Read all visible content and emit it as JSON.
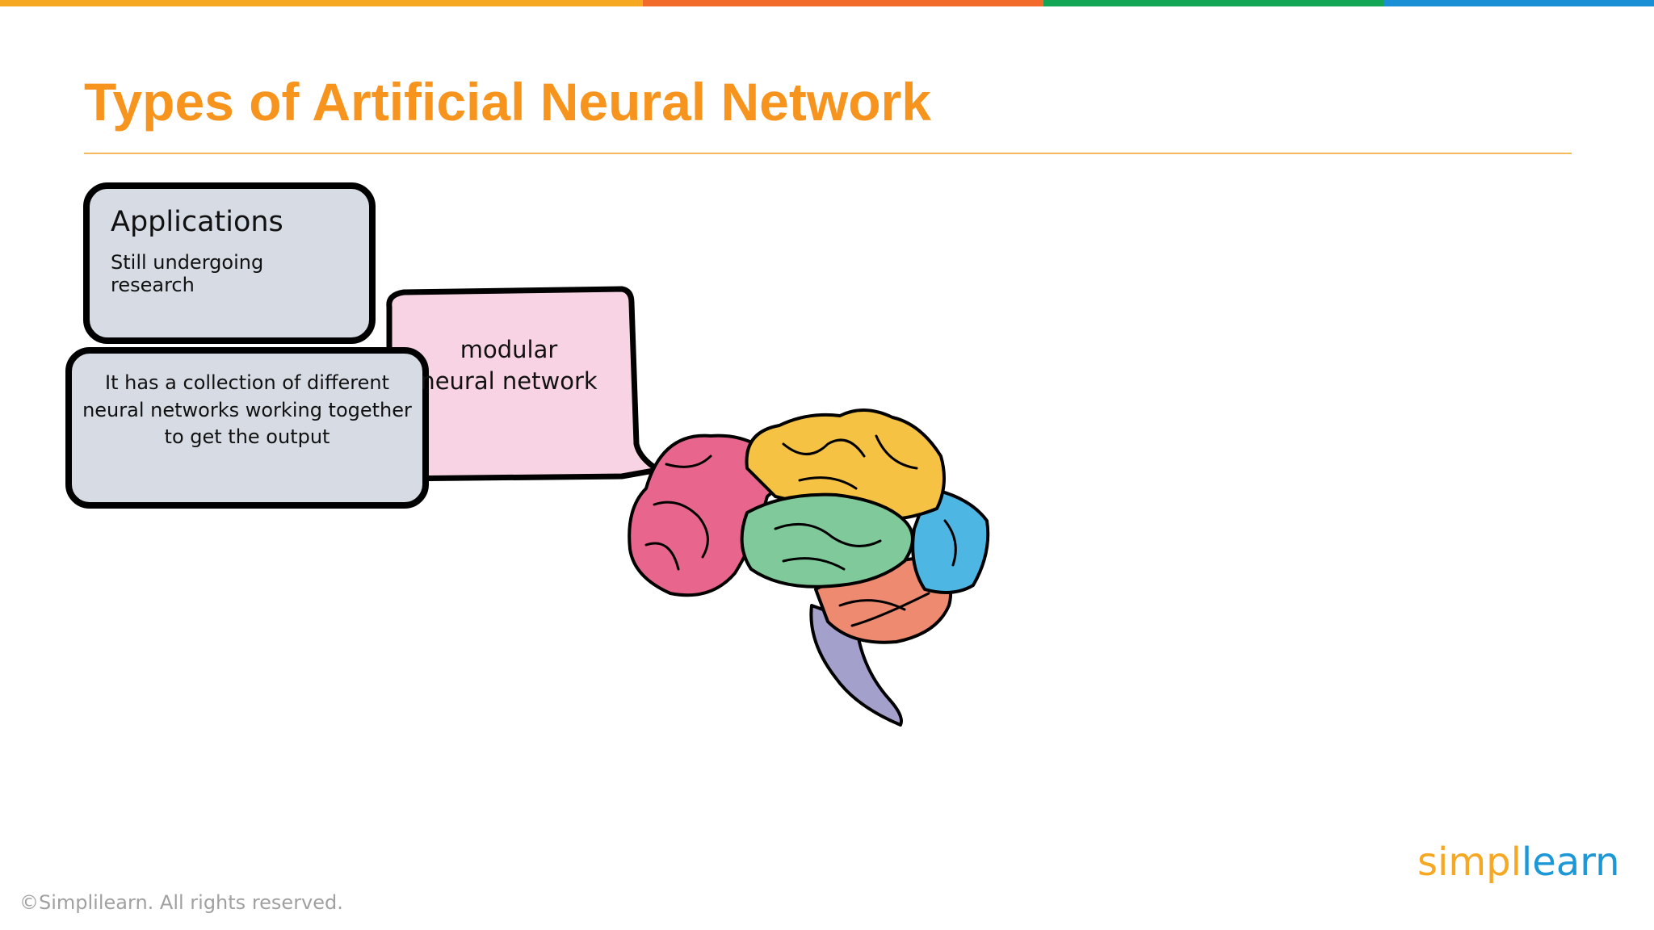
{
  "topbar_colors": [
    "#f7a823",
    "#f26b2a",
    "#13a655",
    "#1a8fd6"
  ],
  "slide": {
    "title": "Types of Artificial Neural Network",
    "applications_heading": "Applications",
    "applications_text": "Still undergoing research",
    "description": "It has a collection of different neural networks working together to get the output",
    "network_type": "modular neural network"
  },
  "icons": {
    "brain": "brain-illustration-icon"
  },
  "footer": {
    "copyright": "©Simplilearn. All rights reserved.",
    "logo_part1": "simpl",
    "logo_part2": "learn"
  }
}
